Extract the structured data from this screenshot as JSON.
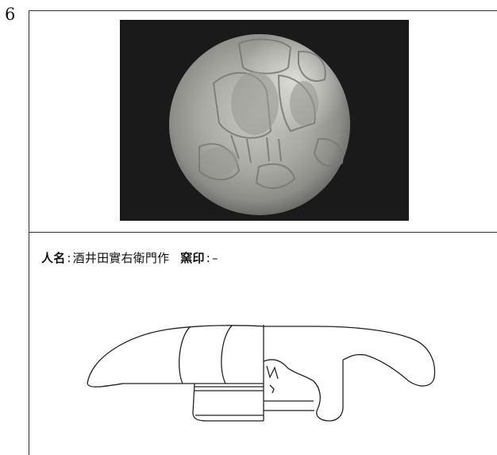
{
  "page_number": "6",
  "caption": {
    "person_label": "人名",
    "person_separator": ":",
    "person_value": "酒井田實右衛門作",
    "kiln_mark_label": "窯印",
    "kiln_mark_separator": ":",
    "kiln_mark_value": "–"
  },
  "photo": {
    "subject": "top view of round lid, grey glaze with relief figures",
    "background_color": "#1a1a1a"
  },
  "drawing": {
    "subject": "profile / cross-section line drawing of lid with sculpted knob"
  }
}
